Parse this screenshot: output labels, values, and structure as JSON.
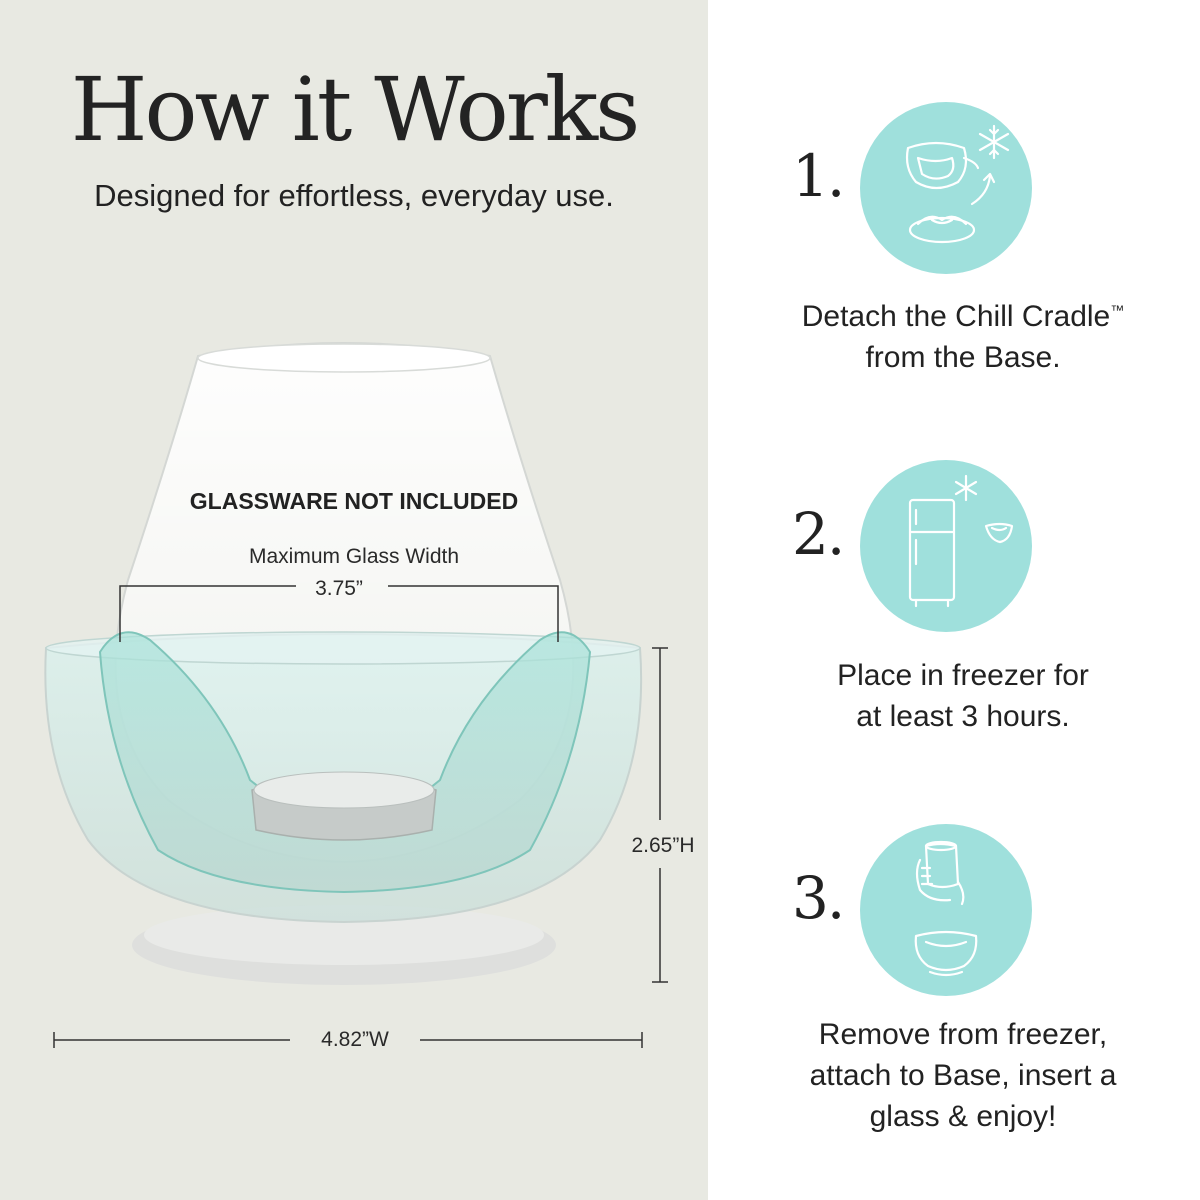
{
  "header": {
    "title": "How it Works",
    "subtitle": "Designed for effortless, everyday use."
  },
  "product": {
    "glass_note": "GLASSWARE NOT INCLUDED",
    "max_width_label": "Maximum Glass Width",
    "max_width_value": "3.75”",
    "height_value": "2.65”H",
    "width_value": "4.82”W"
  },
  "steps": [
    {
      "number": "1.",
      "text": "Detach the Chill Cradle",
      "trademark": "™",
      "text2": "from the Base.",
      "icon": "cradle-detach-snowflake-icon"
    },
    {
      "number": "2.",
      "text": "Place in freezer for",
      "text2": "at least 3 hours.",
      "icon": "freezer-icon"
    },
    {
      "number": "3.",
      "text": "Remove from freezer,",
      "text2": "attach to Base, insert a",
      "text3": "glass & enjoy!",
      "icon": "glass-insert-icon"
    }
  ],
  "colors": {
    "left_background": "#e8e9e2",
    "circle_teal": "#9fe0dc",
    "cradle_teal": "#8fd3c9"
  }
}
